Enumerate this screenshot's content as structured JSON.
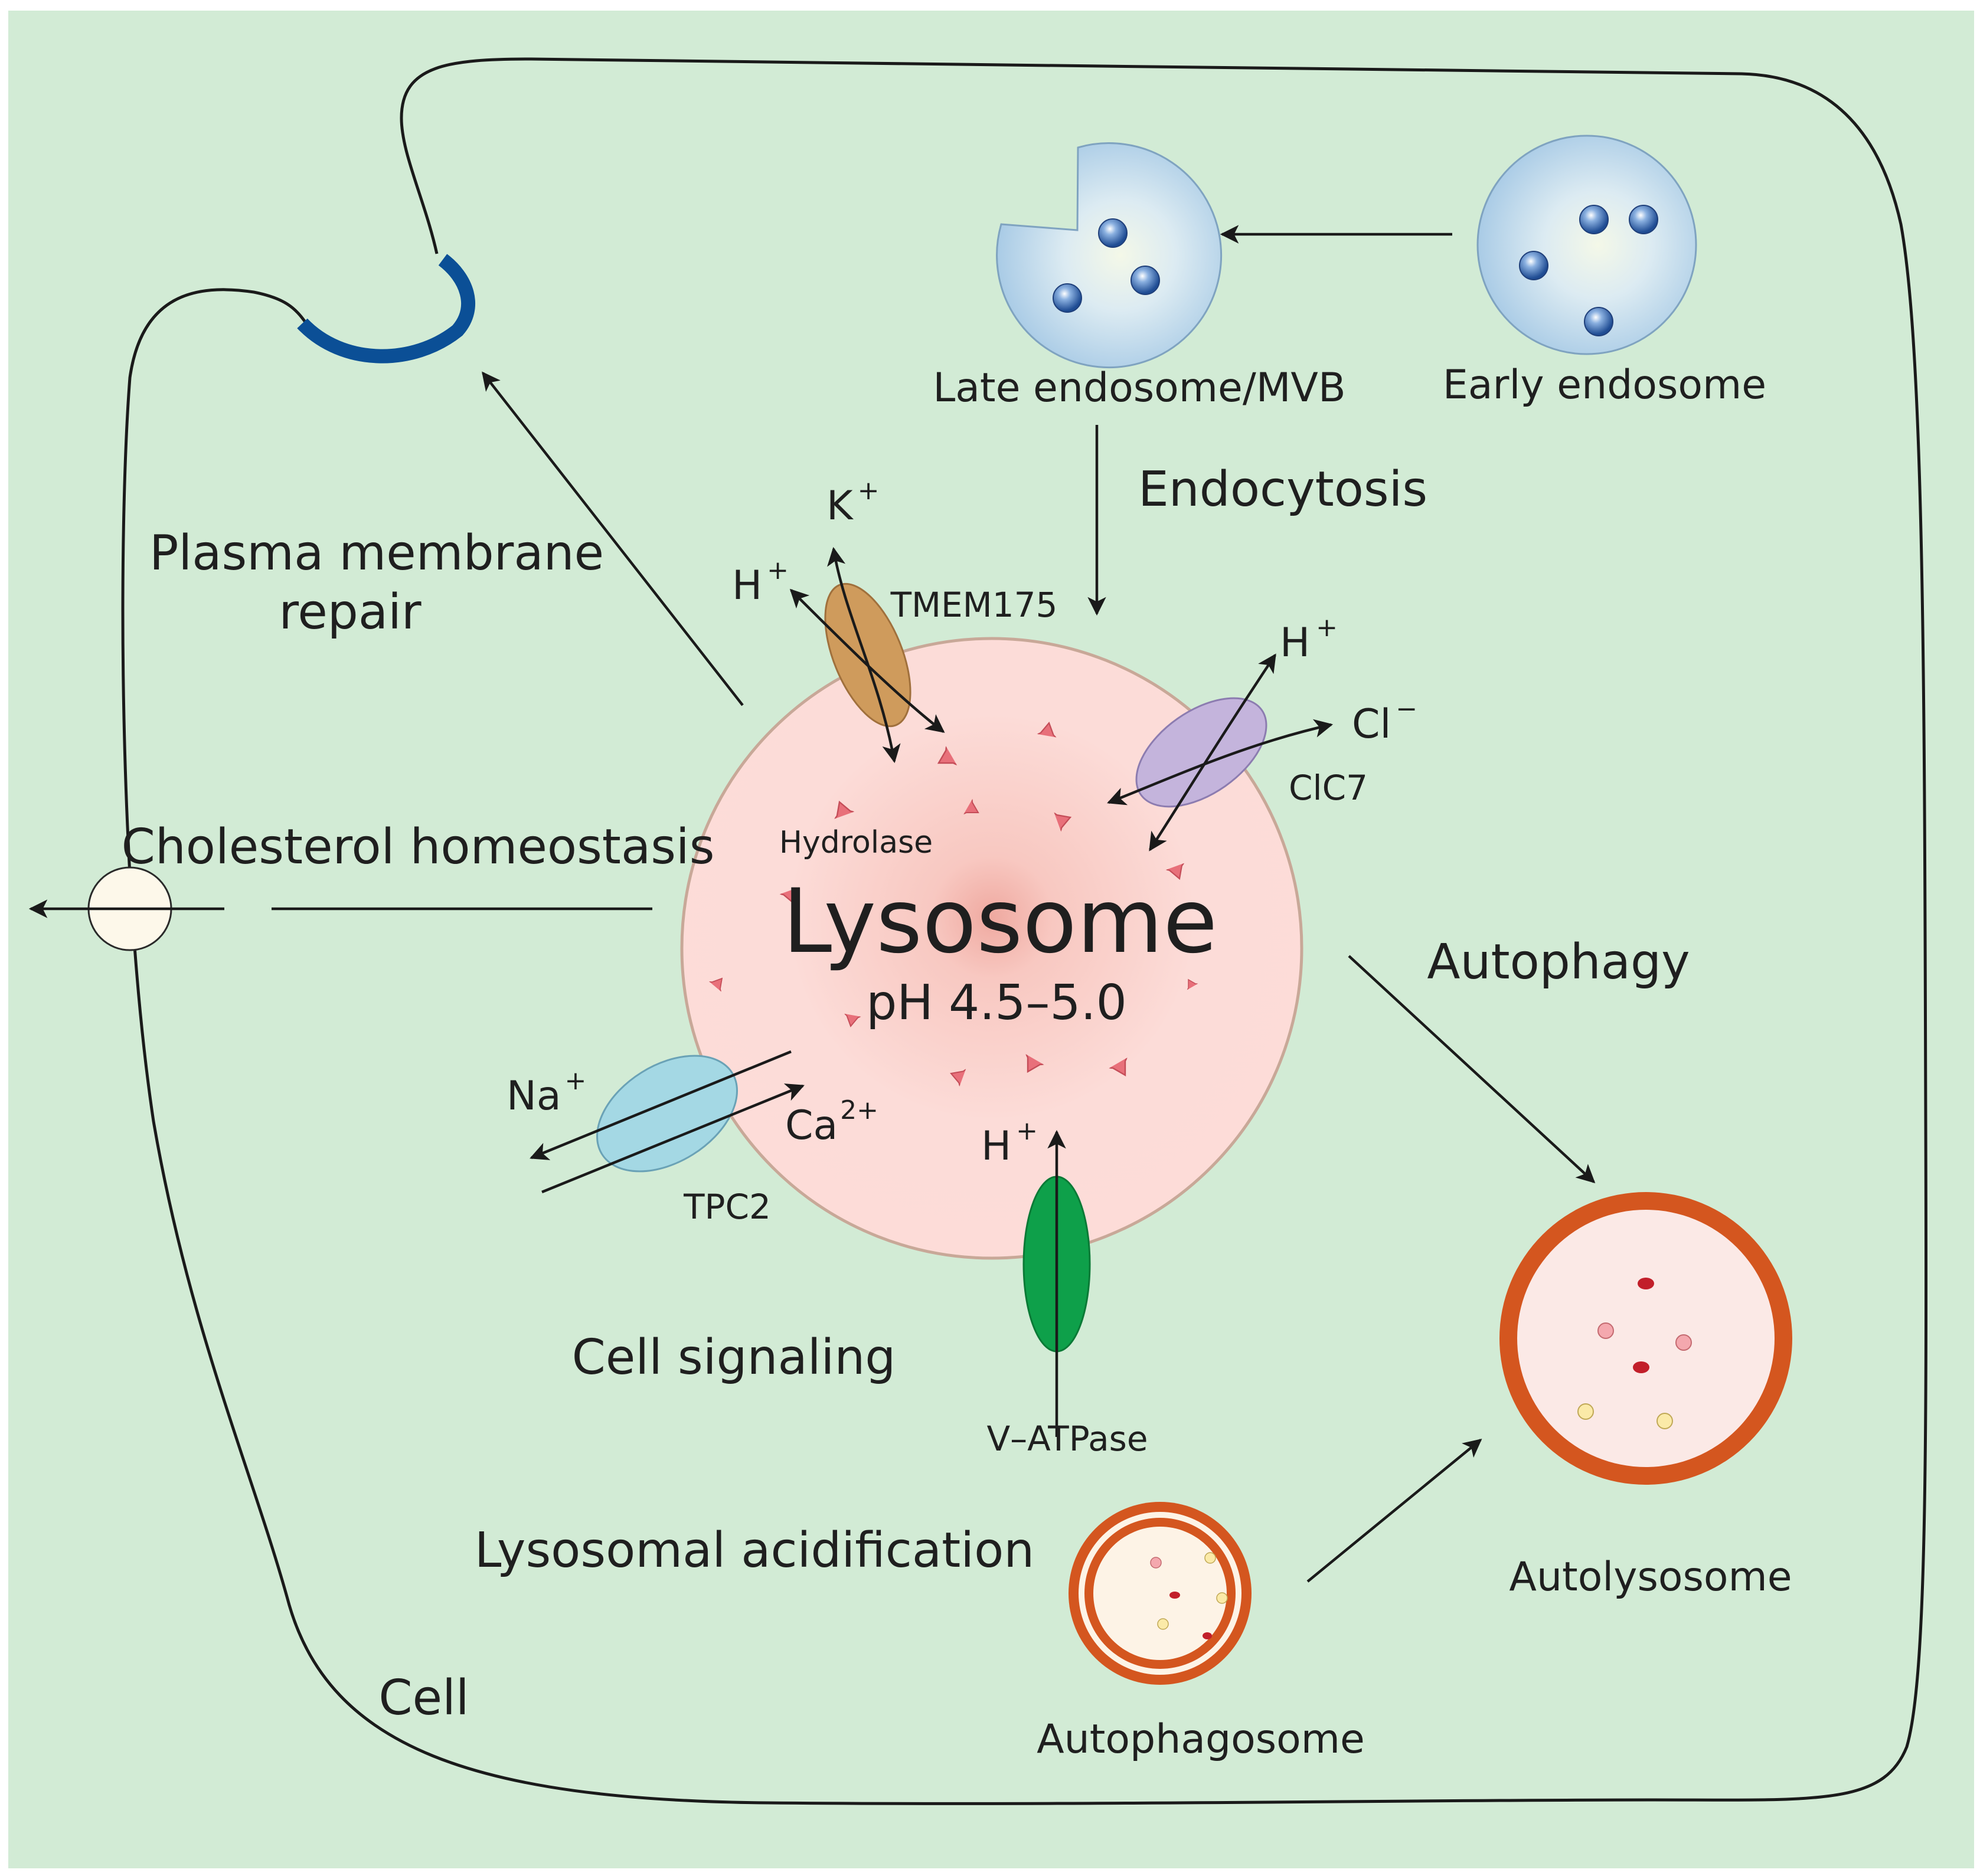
{
  "labels": {
    "late_endosome": "Late endosome/MVB",
    "early_endosome": "Early endosome",
    "endocytosis": "Endocytosis",
    "plasma_membrane_repair_line1": "Plasma membrane",
    "plasma_membrane_repair_line2": "repair",
    "cholesterol_homeostasis": "Cholesterol homeostasis",
    "lysosome": "Lysosome",
    "lysosome_ph": "pH 4.5–5.0",
    "hydrolase": "Hydrolase",
    "autophagy": "Autophagy",
    "cell_signaling": "Cell signaling",
    "lysosomal_acidification": "Lysosomal acidification",
    "cell": "Cell",
    "autophagosome": "Autophagosome",
    "autolysosome": "Autolysosome"
  },
  "channels": {
    "tmem175": {
      "name": "TMEM175",
      "ion_in": "H",
      "ion_in_sup": "+",
      "ion_out": "K",
      "ion_out_sup": "+"
    },
    "clc7": {
      "name": "ClC7",
      "ion_1": "H",
      "ion_1_sup": "+",
      "ion_2": "Cl",
      "ion_2_sup": "−"
    },
    "tpc2": {
      "name": "TPC2",
      "ion_1": "Na",
      "ion_1_sup": "+",
      "ion_2": "Ca",
      "ion_2_sup": "2+"
    },
    "vatpase": {
      "name": "V–ATPase",
      "ion": "H",
      "ion_sup": "+"
    }
  },
  "colors": {
    "background": "#d2ebd5",
    "lysosome_fill": "#fcdcd8",
    "lysosome_core": "#f3b6ae",
    "hydrolase": "#e8707a",
    "endosome_fill": "#c2def0",
    "tmem175": "#cf9b5c",
    "clc7": "#c4b4dc",
    "tpc2": "#a4d8e4",
    "vatpase": "#0ea04a",
    "membrane_repair": "#0b4f96",
    "autophagosome_ring": "#d4561f"
  }
}
